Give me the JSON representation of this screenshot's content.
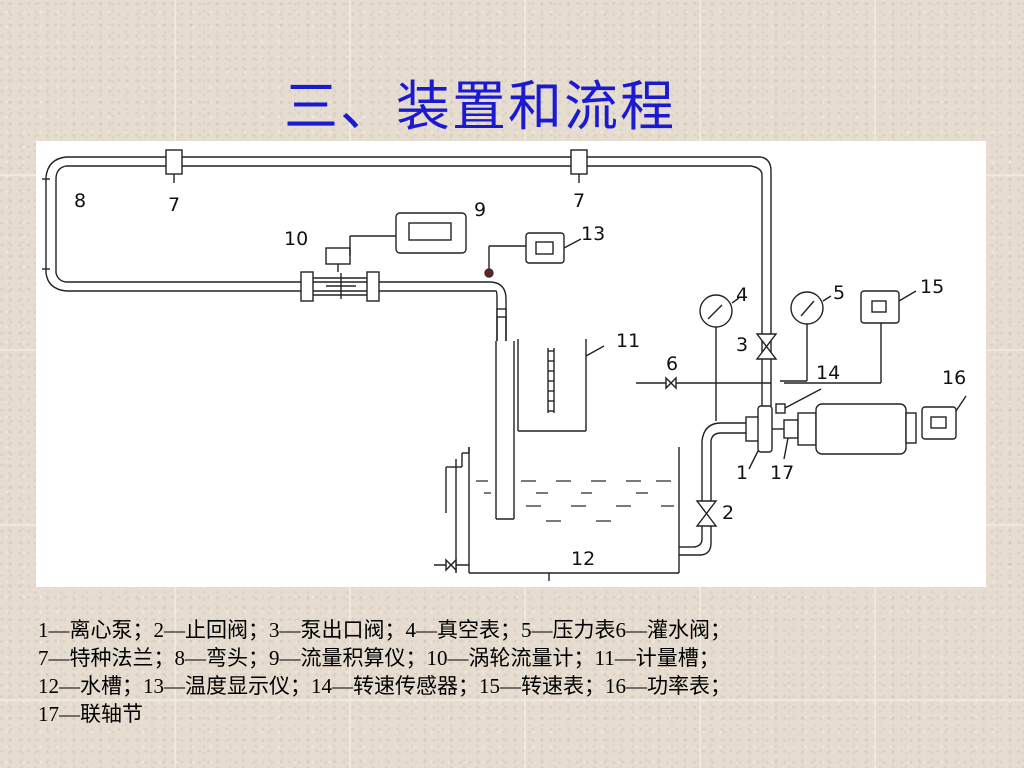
{
  "title": "三、装置和流程",
  "diagram": {
    "labels": {
      "n1": "1",
      "n2": "2",
      "n3": "3",
      "n4": "4",
      "n5": "5",
      "n6": "6",
      "n7a": "7",
      "n7b": "7",
      "n8": "8",
      "n9": "9",
      "n10": "10",
      "n11": "11",
      "n12": "12",
      "n13": "13",
      "n14": "14",
      "n15": "15",
      "n16": "16",
      "n17": "17"
    }
  },
  "legend": {
    "line1": "1—离心泵；2—止回阀；3—泵出口阀；4—真空表；5—压力表6—灌水阀；",
    "line2": "7—特种法兰；8—弯头；9—流量积算仪；10—涡轮流量计；11—计量槽；",
    "line3": "12—水槽；13—温度显示仪；14—转速传感器；15—转速表；16—功率表；",
    "line4": "17—联轴节"
  },
  "colors": {
    "title": "#1a1ad0",
    "background": "#e6ddd0"
  }
}
